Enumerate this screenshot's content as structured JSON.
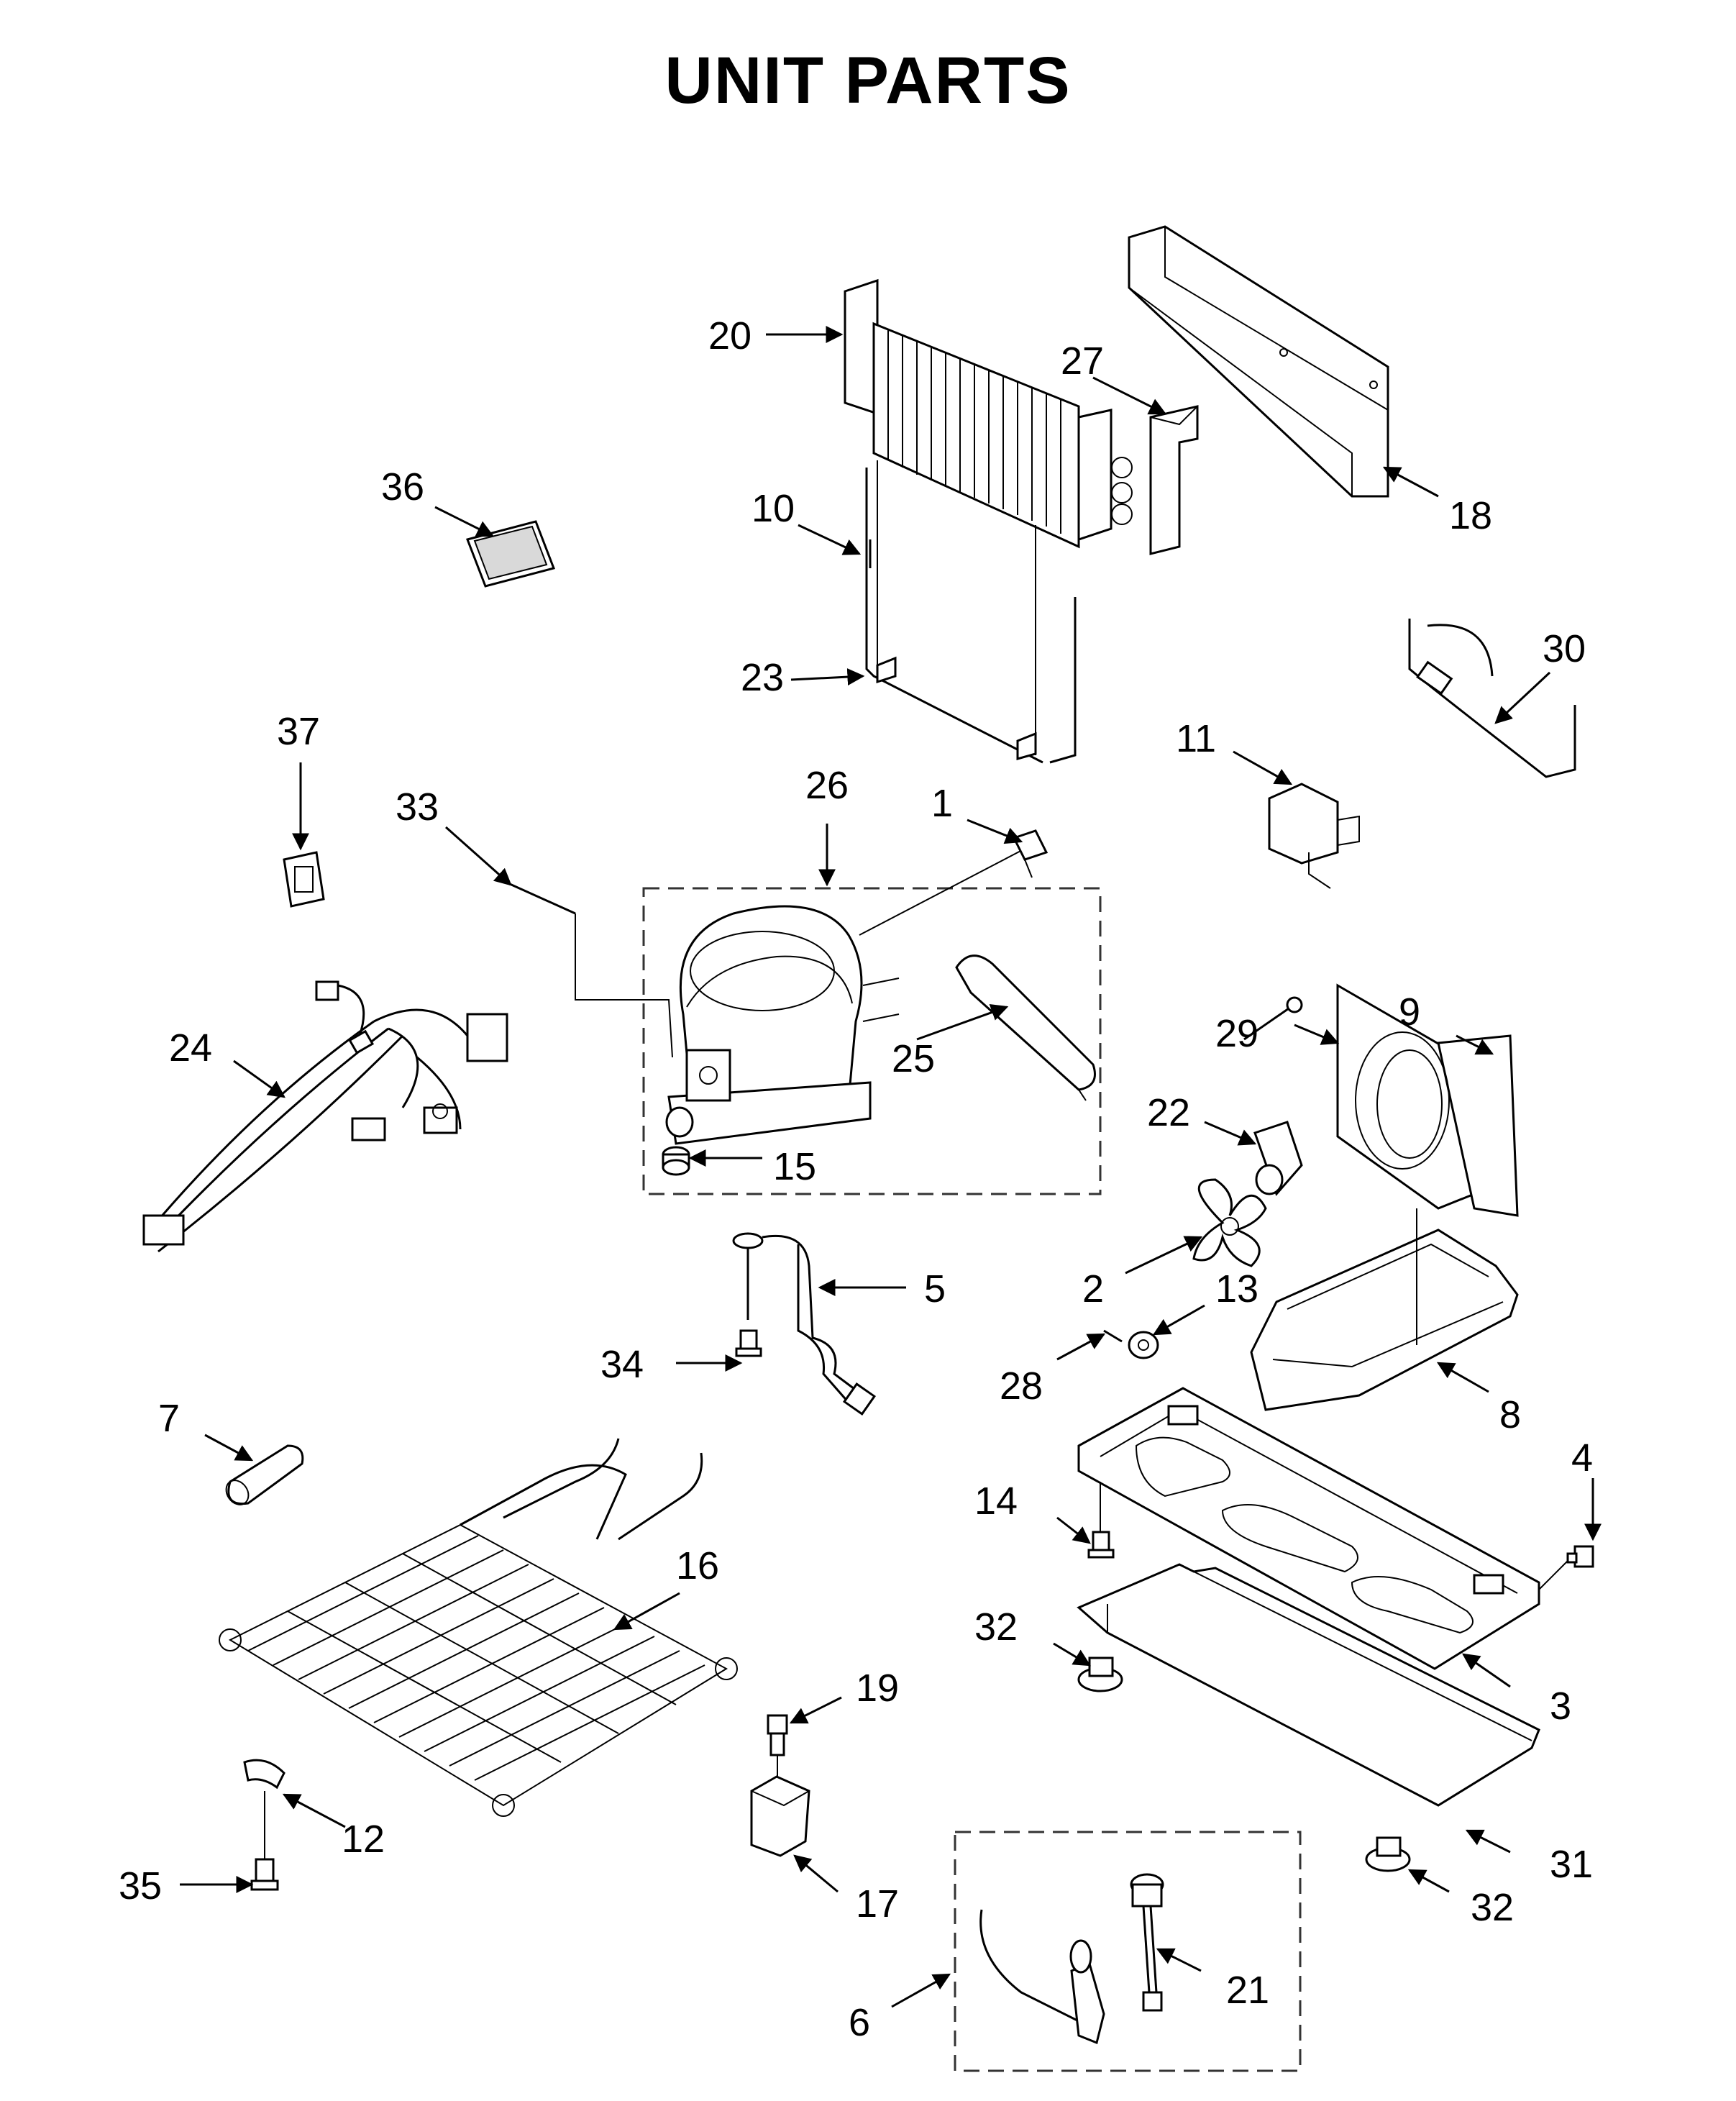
{
  "title": "UNIT PARTS",
  "callouts": {
    "c1": "1",
    "c2": "2",
    "c3": "3",
    "c4": "4",
    "c5": "5",
    "c6": "6",
    "c7": "7",
    "c8": "8",
    "c9": "9",
    "c10": "10",
    "c11": "11",
    "c12": "12",
    "c13": "13",
    "c14": "14",
    "c15": "15",
    "c16": "16",
    "c17": "17",
    "c18": "18",
    "c19": "19",
    "c20": "20",
    "c21": "21",
    "c22": "22",
    "c23": "23",
    "c24": "24",
    "c25": "25",
    "c26": "26",
    "c27": "27",
    "c28": "28",
    "c29": "29",
    "c30": "30",
    "c31": "31",
    "c32a": "32",
    "c32b": "32",
    "c33": "33",
    "c34": "34",
    "c35": "35",
    "c36": "36",
    "c37": "37"
  }
}
